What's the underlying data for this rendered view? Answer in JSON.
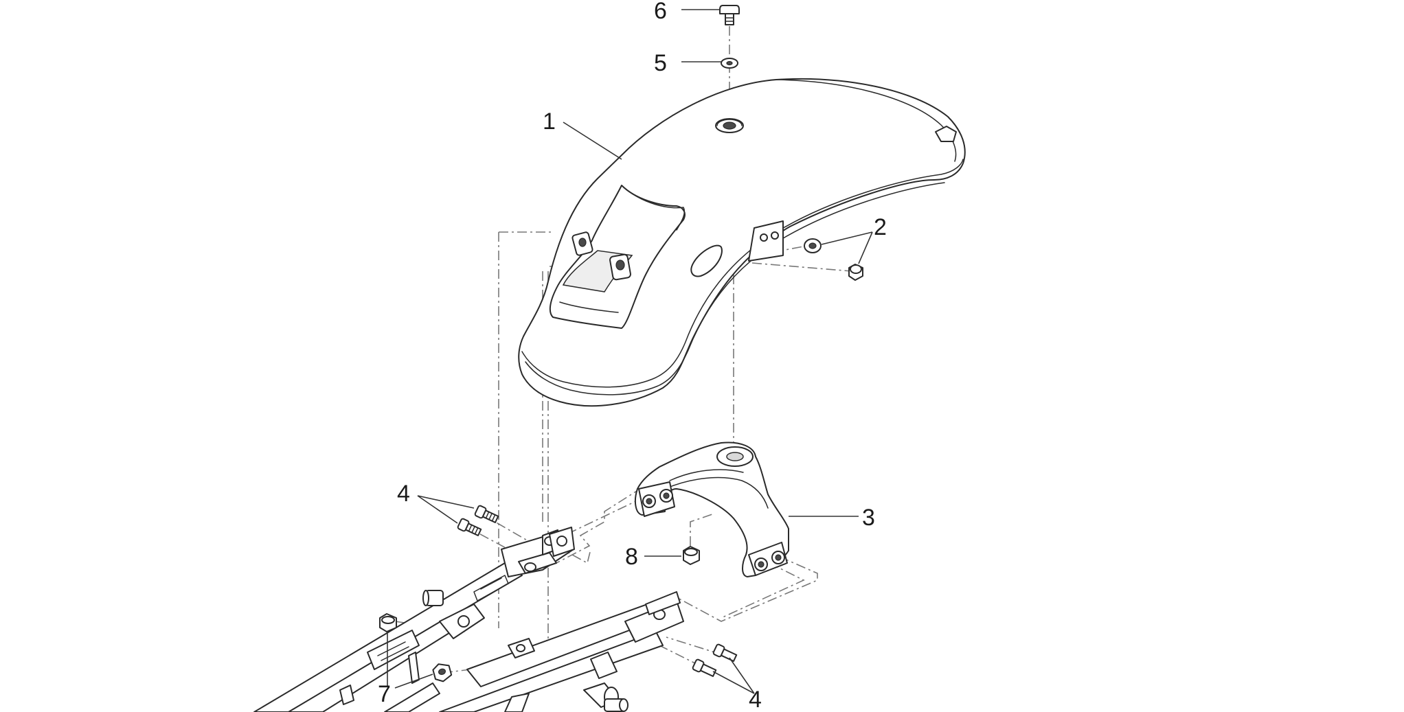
{
  "diagram": {
    "callouts": [
      {
        "id": "c6",
        "label": "6"
      },
      {
        "id": "c5",
        "label": "5"
      },
      {
        "id": "c1",
        "label": "1"
      },
      {
        "id": "c2",
        "label": "2"
      },
      {
        "id": "c3",
        "label": "3"
      },
      {
        "id": "c4a",
        "label": "4"
      },
      {
        "id": "c8",
        "label": "8"
      },
      {
        "id": "c7",
        "label": "7"
      },
      {
        "id": "c4b",
        "label": "4"
      }
    ]
  }
}
